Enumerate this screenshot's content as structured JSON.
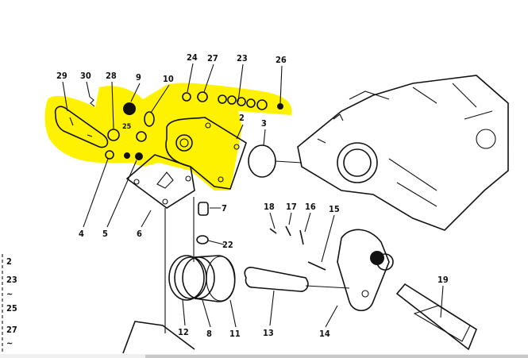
{
  "diagram": {
    "highlight_color": "#fff200",
    "callouts": {
      "p29": "29",
      "p30": "30",
      "p28": "28",
      "p9": "9",
      "p10": "10",
      "p24": "24",
      "p27": "27",
      "p23": "23",
      "p26": "26",
      "p25": "25",
      "p2": "2",
      "p3": "3",
      "p4": "4",
      "p5": "5",
      "p6": "6",
      "p7": "7",
      "p22": "22",
      "p18": "18",
      "p17": "17",
      "p16": "16",
      "p15": "15",
      "p12": "12",
      "p8": "8",
      "p11": "11",
      "p13": "13",
      "p14": "14",
      "p19": "19"
    },
    "side_list": [
      "2",
      "23",
      "~",
      "25",
      "27",
      "~"
    ]
  }
}
